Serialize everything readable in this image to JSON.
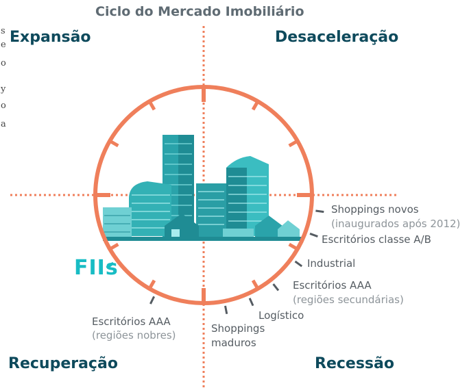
{
  "title": "Ciclo do Mercado Imobiliário",
  "quadrants": {
    "top_left": "Expansão",
    "top_right": "Desaceleração",
    "bottom_left": "Recuperação",
    "bottom_right": "Recessão"
  },
  "highlight": "FIIs",
  "labels": {
    "shoppings_novos": "Shoppings novos",
    "shoppings_novos_sub": "(inaugurados após 2012)",
    "escritorios_ab": "Escritórios classe A/B",
    "industrial": "Industrial",
    "escritorios_aaa_sec": "Escritórios AAA",
    "escritorios_aaa_sec_sub": "(regiões secundárias)",
    "logistico": "Logístico",
    "shoppings_maduros_1": "Shoppings",
    "shoppings_maduros_2": "maduros",
    "escritorios_aaa_nob": "Escritórios AAA",
    "escritorios_aaa_nob_sub": "(regiões nobres)"
  },
  "edge_letters": [
    "s",
    "e",
    "o",
    "y",
    "o",
    "a"
  ],
  "colors": {
    "cycle": "#ef7f5b",
    "quadrant_text": "#0e4a5c",
    "highlight": "#18bcc4",
    "building_dark": "#1f8c94",
    "building_light": "#6fd0d3"
  }
}
